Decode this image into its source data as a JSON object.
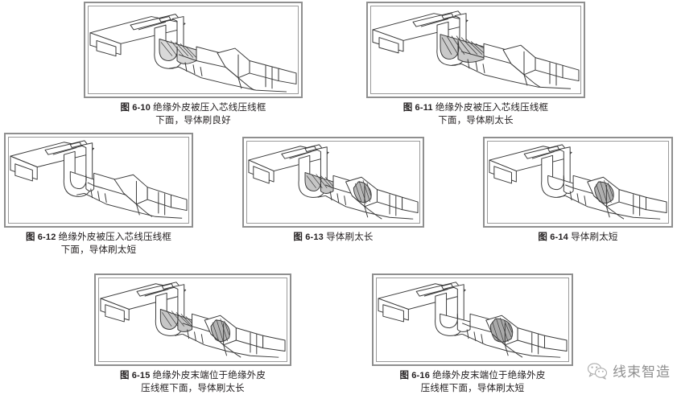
{
  "page": {
    "title": "端子压接质量剖面图示",
    "background_color": "#ffffff",
    "frame_border_color": "#8f8f8f",
    "text_color": "#231f20"
  },
  "figures": [
    {
      "id": "fig-6-10",
      "label": "图",
      "number": "6-10",
      "caption_line1": "绝缘外皮被压入芯线压线框",
      "caption_line2": "下面，导体刷良好",
      "drawing": "wire-crimp-terminal-cross-section",
      "variant": "insulation-in-conductor-barrel-brush-good"
    },
    {
      "id": "fig-6-11",
      "label": "图",
      "number": "6-11",
      "caption_line1": "绝缘外皮被压入芯线压线框",
      "caption_line2": "下面，导体刷太长",
      "drawing": "wire-crimp-terminal-cross-section",
      "variant": "insulation-in-conductor-barrel-brush-too-long"
    },
    {
      "id": "fig-6-12",
      "label": "图",
      "number": "6-12",
      "caption_line1": "绝缘外皮被压入芯线压线框",
      "caption_line2": "下面，导体刷太短",
      "drawing": "wire-crimp-terminal-cross-section",
      "variant": "insulation-in-conductor-barrel-brush-too-short"
    },
    {
      "id": "fig-6-13",
      "label": "图",
      "number": "6-13",
      "caption_line1": "导体刷太长",
      "caption_line2": "",
      "drawing": "wire-crimp-terminal-cross-section",
      "variant": "conductor-brush-too-long"
    },
    {
      "id": "fig-6-14",
      "label": "图",
      "number": "6-14",
      "caption_line1": "导体刷太短",
      "caption_line2": "",
      "drawing": "wire-crimp-terminal-cross-section",
      "variant": "conductor-brush-too-short"
    },
    {
      "id": "fig-6-15",
      "label": "图",
      "number": "6-15",
      "caption_line1": "绝缘外皮末端位于绝缘外皮",
      "caption_line2": "压线框下面，导体刷太长",
      "drawing": "wire-crimp-terminal-cross-section",
      "variant": "insulation-end-under-insulation-barrel-brush-too-long"
    },
    {
      "id": "fig-6-16",
      "label": "图",
      "number": "6-16",
      "caption_line1": "绝缘外皮末端位于绝缘外皮",
      "caption_line2": "压线框下面，导体刷太短",
      "drawing": "wire-crimp-terminal-cross-section",
      "variant": "insulation-end-under-insulation-barrel-brush-too-short"
    }
  ],
  "watermark": {
    "text": "线束智造",
    "icon": "wechat-icon",
    "color": "#4a4a4a"
  }
}
